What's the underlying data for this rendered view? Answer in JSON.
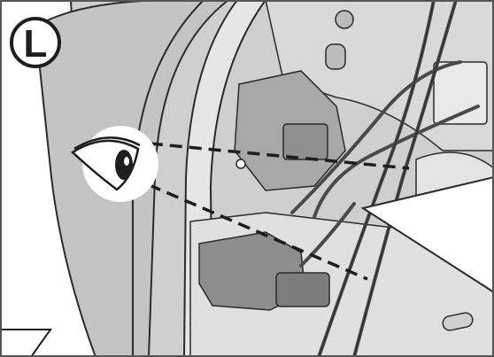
{
  "figure": {
    "side_badge": "L",
    "colors": {
      "frame_border": "#555555",
      "panel_light": "#dcdcdc",
      "panel_mid": "#bdbdbd",
      "panel_dark": "#8f8f8f",
      "outline": "#2b2b2b",
      "sight_line": "#1e1e1e",
      "badge_fill": "#ffffff"
    },
    "icons": [
      "eye-icon",
      "side-badge-l",
      "wire-harness",
      "connector",
      "sight-lines"
    ]
  }
}
